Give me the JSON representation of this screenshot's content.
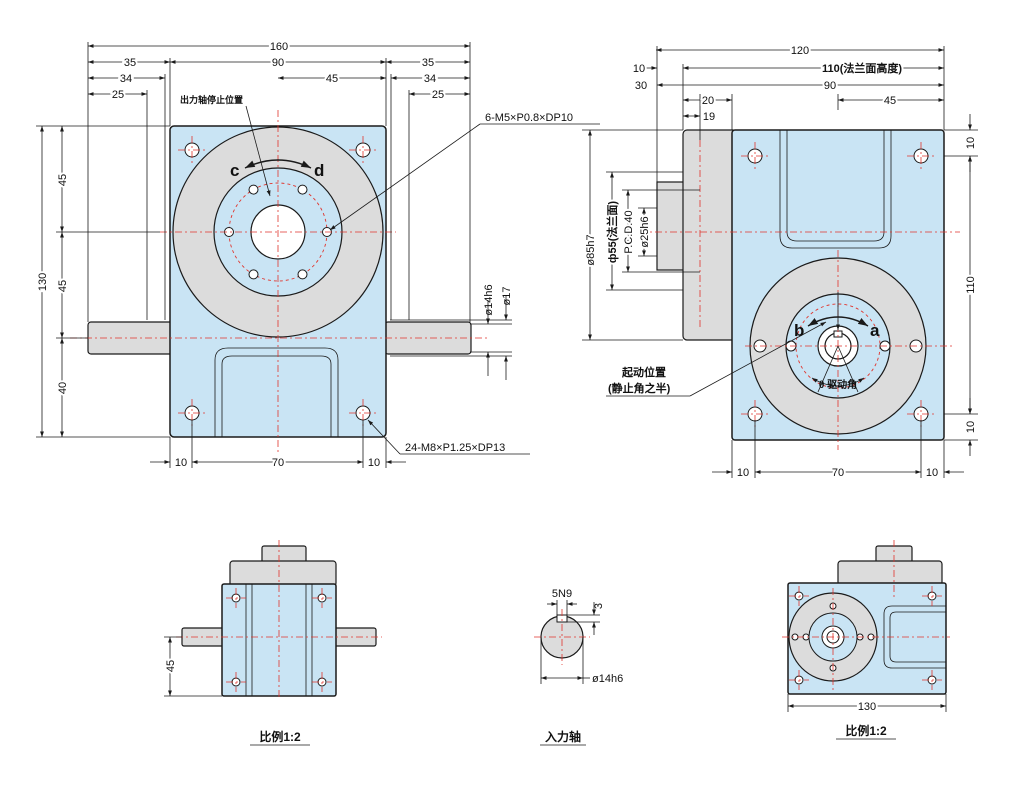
{
  "dims": {
    "front_top": [
      "160",
      "35",
      "90",
      "35",
      "34",
      "45",
      "34",
      "25",
      "25"
    ],
    "front_left": [
      "130",
      "45",
      "45",
      "40"
    ],
    "front_right": [
      "ø14h6",
      "ø17"
    ],
    "front_bottom": [
      "10",
      "70",
      "10"
    ],
    "side_top": [
      "120",
      "10",
      "110(法兰面高度)",
      "30",
      "90",
      "20",
      "19",
      "45"
    ],
    "side_left": [
      "ø85h7",
      "ф55(法兰面)",
      "P.C.D.40",
      "ø25h6"
    ],
    "side_right": [
      "10",
      "110",
      "10"
    ],
    "side_bottom": [
      "10",
      "70",
      "10"
    ],
    "bottom_left": [
      "45"
    ],
    "shaft": [
      "5N9",
      "3",
      "ø14h6"
    ],
    "bottom_right": [
      "130"
    ]
  },
  "labels": {
    "stop_position": "出力轴停止位置",
    "hole_spec_top": "6-M5×P0.8×DP10",
    "hole_spec_bottom": "24-M8×P1.25×DP13",
    "start_position_1": "起动位置",
    "start_position_2": "(静止角之半)",
    "drive_angle": "θ 驱动角",
    "dir_c": "c",
    "dir_d": "d",
    "dir_b": "b",
    "dir_a": "a"
  },
  "captions": {
    "scale_left": "比例1:2",
    "input_shaft": "入力轴",
    "scale_right": "比例1:2"
  },
  "colors": {
    "body_fill": "#c9e4f4",
    "flange_fill": "#dcdcdc",
    "centerline": "#e0342c",
    "line": "#1a1a1a"
  }
}
